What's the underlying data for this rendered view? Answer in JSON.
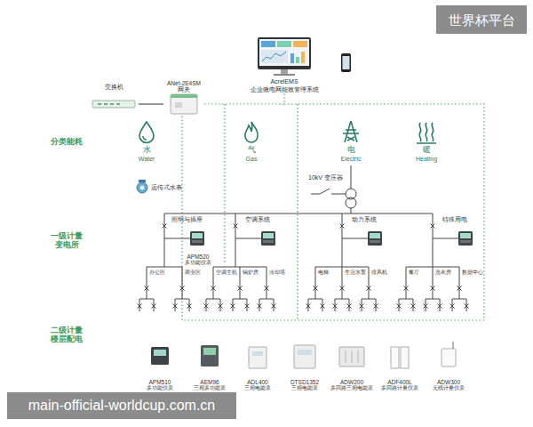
{
  "diagram": {
    "nodes": [
      {
        "text": [
          "AcrelEMS",
          "企业微电网能效管理系统"
        ]
      },
      {
        "text": [
          "交换机"
        ]
      },
      {
        "text": [
          "ANet-2E4SM",
          "网关"
        ]
      },
      {
        "text": [
          "远传式水表"
        ]
      },
      {
        "text": [
          "10kV 变压器"
        ]
      },
      {
        "text": [
          "APM520",
          "多功能仪表"
        ]
      },
      {
        "text": [
          "APM510",
          "多功能仪表"
        ]
      },
      {
        "text": [
          "AEM96",
          "三相多功能表"
        ]
      },
      {
        "text": [
          "ADL400",
          "三相电能表"
        ]
      },
      {
        "text": [
          "DTSD1352",
          "三相电能表"
        ]
      },
      {
        "text": [
          "ADW200",
          "多回路三相电能表"
        ]
      },
      {
        "text": [
          "ADF400L",
          "多回路计量仪表"
        ]
      },
      {
        "text": [
          "ADW300",
          "无线计量仪表"
        ]
      }
    ],
    "edges": [
      {
        "from": 1,
        "to": 2,
        "arrow": "none"
      },
      {
        "from": 2,
        "to": 0,
        "arrow": "none"
      }
    ],
    "labels": [
      "世界杯平台",
      "分类能耗",
      "水",
      "Water",
      "气",
      "Gas",
      "电",
      "Electric",
      "暖",
      "Heating",
      "照明与插座",
      "空调系统",
      "动力系统",
      "特殊用电",
      "一级计量 变电所",
      "办公区",
      "商业区",
      "空调主机",
      "锅炉房",
      "冷却塔",
      "电梯",
      "生活水泵",
      "排风机",
      "餐厅",
      "洗衣房",
      "数据中心",
      "二级计量 楼层配电",
      "main-official-worldcup.com.cn"
    ]
  }
}
